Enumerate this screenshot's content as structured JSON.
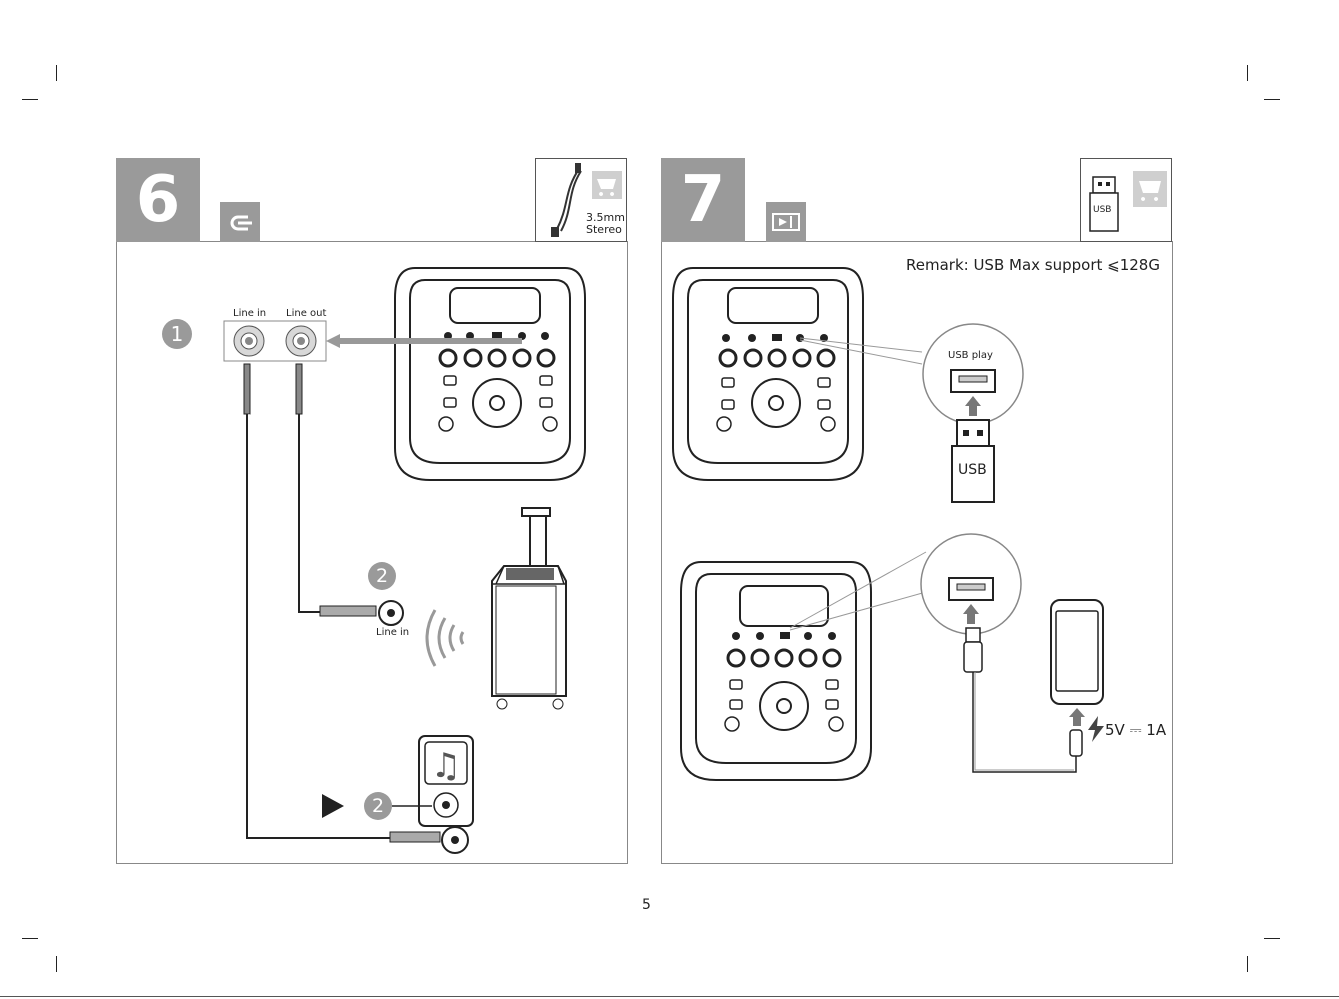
{
  "page_number": "5",
  "step6": {
    "number": "6",
    "accessory_label_line1": "3.5mm",
    "accessory_label_line2": "Stereo",
    "jack_line_in": "Line in",
    "jack_line_out": "Line out",
    "callout_1": "1",
    "callout_2a": "2",
    "callout_2b": "2",
    "line_in_label": "Line in"
  },
  "step7": {
    "number": "7",
    "accessory_label": "USB",
    "remark": "Remark: USB Max support ⩽128G",
    "usb_play_label": "USB play",
    "usb_stick_label": "USB",
    "power_spec": "5V ⎓ 1A"
  }
}
